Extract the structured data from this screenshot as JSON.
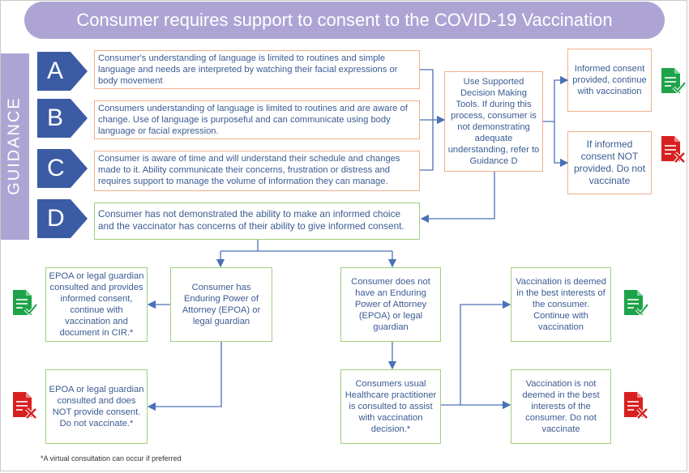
{
  "title": "Consumer requires support to consent to the COVID-19 Vaccination",
  "sidebar_label": "GUIDANCE",
  "levels": [
    {
      "letter": "A",
      "text": "Consumer's understanding of language is limited to routines and simple language and needs are interpreted by watching their facial expressions or body movement"
    },
    {
      "letter": "B",
      "text": "Consumers understanding of language is limited to routines and are aware of change. Use of language is purposeful and can communicate using body language or facial expression."
    },
    {
      "letter": "C",
      "text": "Consumer is aware of time and will understand their schedule and changes made to it. Ability communicate their concerns, frustration or distress and requires support to manage the volume of information they can manage."
    },
    {
      "letter": "D",
      "text": "Consumer has not demonstrated the ability to make an informed choice and the vaccinator has concerns of their ability to give informed consent."
    }
  ],
  "decision_tools": "Use Supported Decision Making Tools. If during this process, consumer is not demonstrating adequate understanding, refer to Guidance D",
  "consent_provided": "Informed consent provided, continue with vaccination",
  "consent_not_provided": "If informed consent NOT provided. Do not vaccinate",
  "has_epoa": "Consumer has Enduring Power of Attorney (EPOA) or legal guardian",
  "no_epoa": "Consumer does not have an Enduring Power of Attorney (EPOA) or legal guardian",
  "epoa_consent": "EPOA or legal guardian consulted and provides informed consent, continue with vaccination and document in CIR.*",
  "epoa_no_consent": "EPOA or legal guardian consulted and does NOT provide consent. Do not vaccinate.*",
  "practitioner": "Consumers usual Healthcare practitioner is consulted to assist with vaccination decision.*",
  "best_interests": "Vaccination is deemed in the best interests of the consumer. Continue with vaccination",
  "not_best_interests": "Vaccination is not deemed in the best interests of the consumer. Do not vaccinate",
  "footnote": "*A virtual consultation can occur if preferred",
  "colors": {
    "title_bg": "#aea4d4",
    "chevron": "#3b5ba5",
    "text": "#3b5b92",
    "border_orange": "#f0b08a",
    "border_green": "#9fd07c",
    "border_blue": "#9fbad8",
    "arrow": "#4a72b8",
    "approve": "#1fa34a",
    "reject": "#d92020"
  },
  "icons": {
    "approve": "document-check-icon",
    "reject": "document-cross-icon"
  }
}
